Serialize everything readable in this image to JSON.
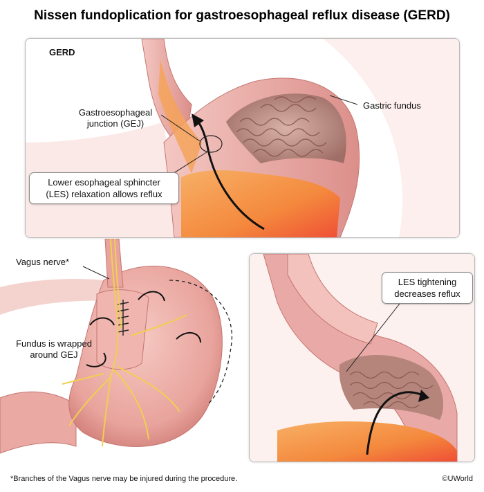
{
  "title": "Nissen fundoplication for gastroesophageal reflux disease (GERD)",
  "top_panel": {
    "heading": "GERD",
    "label_gej_line1": "Gastroesophageal",
    "label_gej_line2": "junction (GEJ)",
    "label_fundus": "Gastric fundus",
    "callout_line1": "Lower esophageal sphincter",
    "callout_line2": "(LES) relaxation allows reflux"
  },
  "bottom_left_panel": {
    "label_vagus": "Vagus nerve*",
    "label_wrap_line1": "Fundus is wrapped",
    "label_wrap_line2": "around GEJ"
  },
  "bottom_right_panel": {
    "callout_line1": "LES tightening",
    "callout_line2": "decreases reflux"
  },
  "footnote": "*Branches of the Vagus nerve may be injured during the procedure.",
  "copyright": "©UWorld",
  "colors": {
    "tissue_pink": "#e9a9a6",
    "tissue_dark": "#c9706c",
    "mucosa": "#b9877e",
    "acid_orange": "#f29a4a",
    "acid_red": "#ef5a3a",
    "nerve_yellow": "#f1cf52"
  }
}
